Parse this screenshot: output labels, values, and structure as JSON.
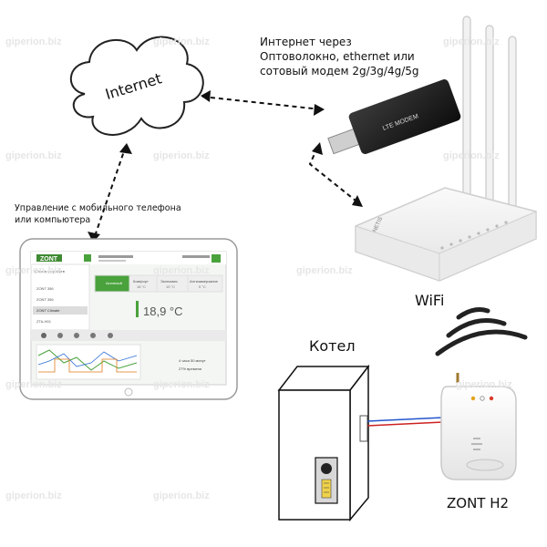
{
  "internet": {
    "label": "Internet"
  },
  "internet_caption": {
    "line1": "Интернет через",
    "line2": "Оптоволокно, ethernet или",
    "line3": "сотовый модем 2g/3g/4g/5g"
  },
  "control_caption": {
    "line1": "Управление с мобильного телефона",
    "line2": "или компьютера"
  },
  "wifi": {
    "label": "WiFi"
  },
  "boiler": {
    "label": "Котел"
  },
  "device": {
    "label": "ZONT H2"
  },
  "modem": {
    "label": "LTE MODEM"
  },
  "router": {
    "brand": "NETIS"
  },
  "tablet": {
    "logo": "ZONT",
    "temperature": "18,9 °C",
    "menu_tabs": [
      "Активный",
      "Комфорт",
      "Экономия",
      "Антизамерзание"
    ],
    "tab_values": [
      "",
      "18 °C",
      "15 °C",
      "5 °C"
    ],
    "sidebar_title": "Список устройств",
    "sidebar_items": [
      "ZONT 356",
      "ZONT 356",
      "ZONT Climate",
      "ZTA-H01"
    ],
    "stats": [
      "4 часа 50 минут",
      "27% времени"
    ]
  },
  "watermark": "giperion.biz",
  "colors": {
    "link_blue": "#2255cc",
    "link_red": "#cc2222",
    "accent_green": "#4aa23c"
  }
}
